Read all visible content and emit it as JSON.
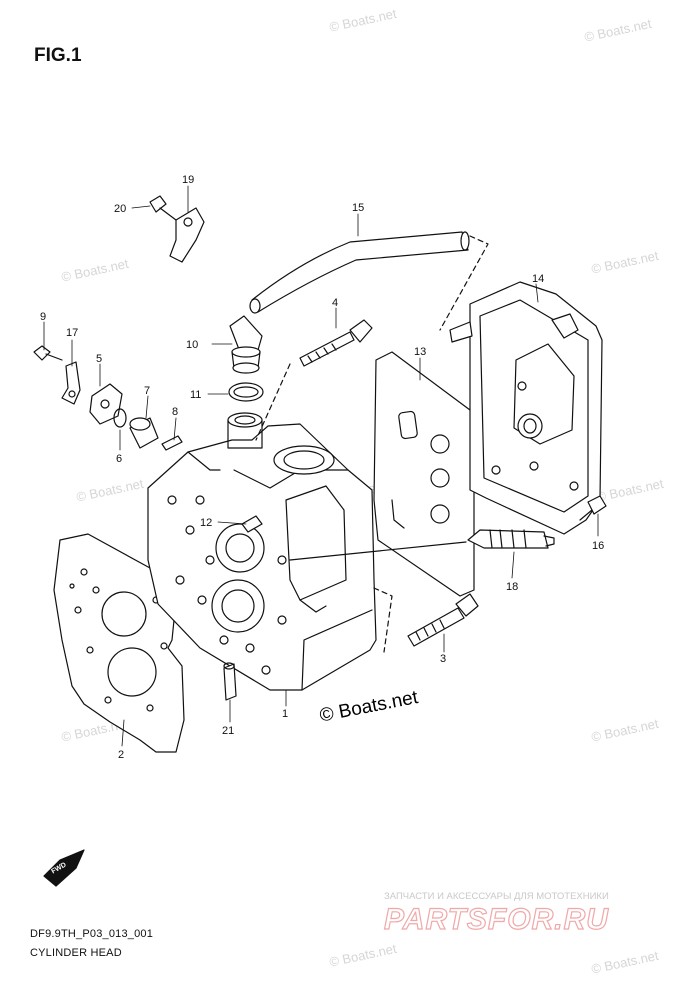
{
  "figure": {
    "title": "FIG.1",
    "code": "DF9.9TH_P03_013_001",
    "caption": "CYLINDER HEAD"
  },
  "watermark": {
    "text": "© Boats.net",
    "big_text": "© Boats.net"
  },
  "parts_site": {
    "tagline": "ЗАПЧАСТИ И АКСЕССУАРЫ ДЛЯ МОТОТЕХНИКИ",
    "logo": "PARTSFOR.RU"
  },
  "fwd": {
    "label": "FWD"
  },
  "callouts": {
    "n1": "1",
    "n2": "2",
    "n3": "3",
    "n4": "4",
    "n5": "5",
    "n6": "6",
    "n7": "7",
    "n8": "8",
    "n9": "9",
    "n10": "10",
    "n11": "11",
    "n12": "12",
    "n13": "13",
    "n14": "14",
    "n15": "15",
    "n16": "16",
    "n17": "17",
    "n18": "18",
    "n19": "19",
    "n20": "20",
    "n21": "21"
  },
  "colors": {
    "line": "#111111",
    "watermark": "#d6d6d6",
    "logo": "#f0a8a8"
  }
}
